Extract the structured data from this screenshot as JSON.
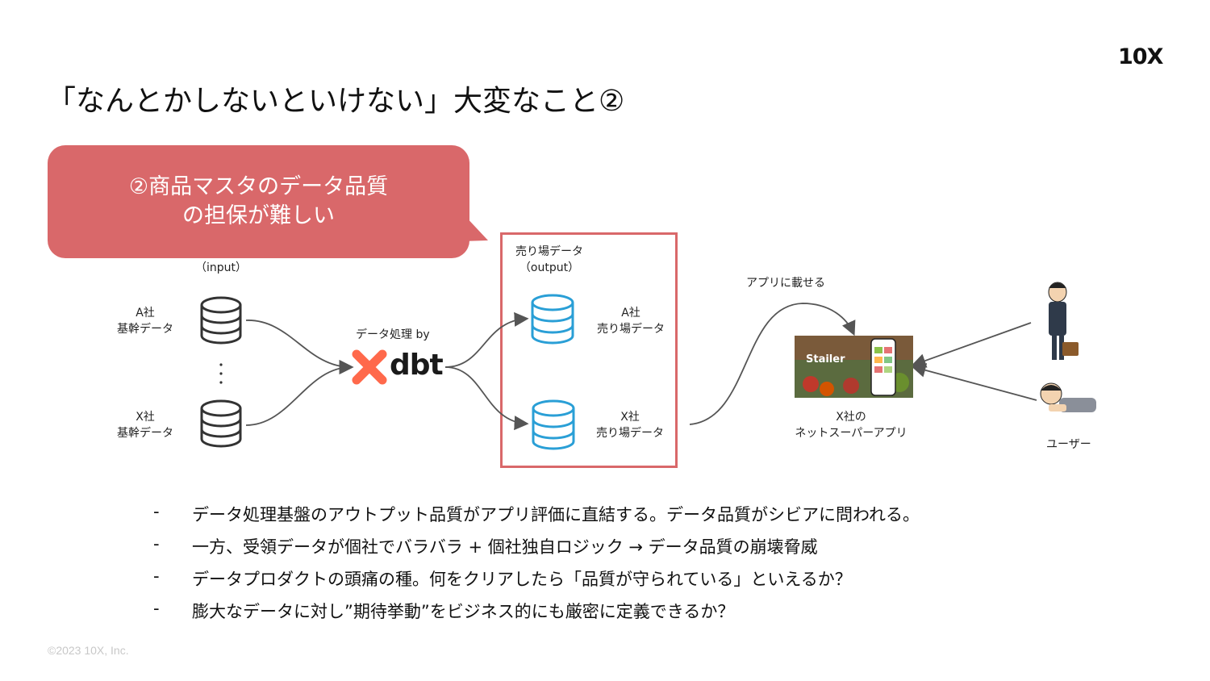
{
  "slide": {
    "title": "「なんとかしないといけない」大変なこと②",
    "logo_text": "10X",
    "footer": "©2023 10X, Inc."
  },
  "callout": {
    "line1": "②商品マスタのデータ品質",
    "line2": "の担保が難しい",
    "color": "#d9686a"
  },
  "diagram": {
    "input_label": "（input）",
    "source_a": {
      "line1": "A社",
      "line2": "基幹データ"
    },
    "source_x": {
      "line1": "X社",
      "line2": "基幹データ"
    },
    "process_label": "データ処理 by",
    "tool_name": "dbt",
    "output_title": "売り場データ",
    "output_label": "（output）",
    "output_a": {
      "line1": "A社",
      "line2": "売り場データ"
    },
    "output_x": {
      "line1": "X社",
      "line2": "売り場データ"
    },
    "publish_label": "アプリに載せる",
    "app_name": "Stailer",
    "app_label": {
      "line1": "X社の",
      "line2": "ネットスーパーアプリ"
    },
    "users_label": "ユーザー",
    "db_input_color": "#333333",
    "db_output_color": "#2a9fd6"
  },
  "bullets": [
    "データ処理基盤のアウトプット品質がアプリ評価に直結する。データ品質がシビアに問われる。",
    "一方、受領データが個社でバラバラ + 個社独自ロジック → データ品質の崩壊脅威",
    "データプロダクトの頭痛の種。何をクリアしたら「品質が守られている」といえるか？",
    "膨大なデータに対し”期待挙動”をビジネス的にも厳密に定義できるか？"
  ],
  "bullet_marker": "-"
}
